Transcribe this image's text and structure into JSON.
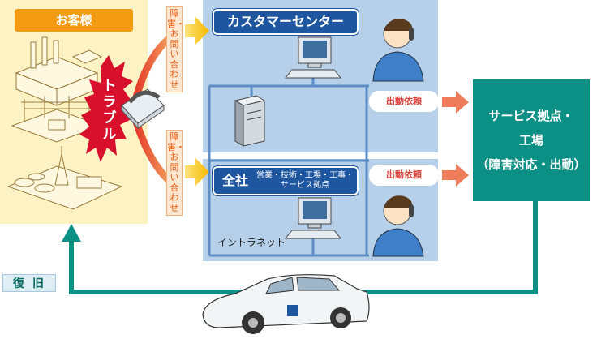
{
  "customer": {
    "title": "お客様",
    "trouble": "トラブル"
  },
  "inquiry": {
    "label": "障害・お問い合わせ"
  },
  "call_center": {
    "title": "カスタマーセンター"
  },
  "headquarters": {
    "title": "全社",
    "departments": "営業・技術・工場・工事・サービス拠点"
  },
  "network": {
    "label": "イントラネット"
  },
  "dispatch": {
    "label": "出動依頼"
  },
  "service": {
    "lines": [
      "サービス拠点・",
      "工場",
      "（障害対応・出動）"
    ]
  },
  "recovery": {
    "label": "復旧"
  },
  "colors": {
    "customer_bg": "#fdf2c4",
    "customer_title": "#f39a12",
    "center_bg": "#b7d0ea",
    "title_blue": "#1e56a0",
    "service": "#0c8f85",
    "trouble_red": "#d8102c",
    "dispatch_arrow": "#ef7d5c"
  }
}
